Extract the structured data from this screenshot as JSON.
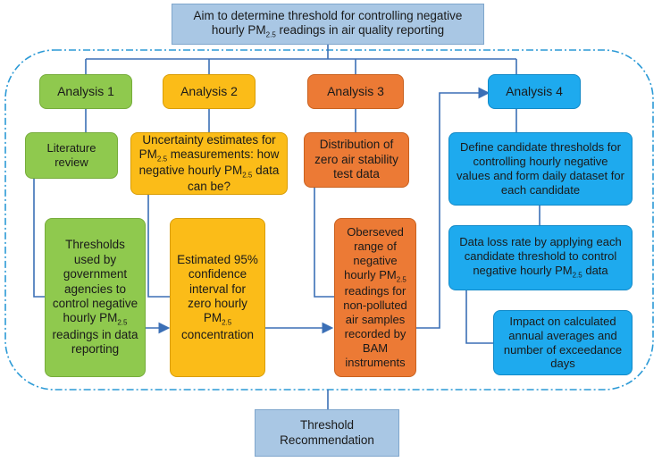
{
  "top": {
    "line1": "Aim to determine threshold for controlling negative",
    "line2_pre": "hourly PM",
    "line2_sub": "2.5",
    "line2_post": " readings in air quality reporting"
  },
  "analysis1": {
    "title": "Analysis 1",
    "step1": "Literature review",
    "step2_pre": "Thresholds used by government agencies to control negative hourly PM",
    "step2_sub": "2.5",
    "step2_post": " readings in data reporting"
  },
  "analysis2": {
    "title": "Analysis 2",
    "step1_a": "Uncertainty estimates for PM",
    "step1_sub1": "2.5",
    "step1_b": " measurements: how negative hourly PM",
    "step1_sub2": "2.5",
    "step1_c": " data can be?",
    "step2_pre": "Estimated 95% confidence interval for zero hourly PM",
    "step2_sub": "2.5",
    "step2_post": " concentration"
  },
  "analysis3": {
    "title": "Analysis 3",
    "step1": "Distribution of zero air stability test data",
    "step2_pre": "Oberseved range of negative hourly PM",
    "step2_sub": "2.5",
    "step2_post": " readings for non-polluted air samples recorded by BAM instruments"
  },
  "analysis4": {
    "title": "Analysis 4",
    "step1": "Define candidate thresholds for controlling hourly negative values  and form daily dataset for each candidate",
    "step2_pre": "Data loss rate by applying each candidate threshold to control negative hourly PM",
    "step2_sub": "2.5",
    "step2_post": " data",
    "step3": "Impact on calculated annual averages and number of exceedance days"
  },
  "bottom": {
    "line1": "Threshold",
    "line2": "Recommendation"
  },
  "colors": {
    "top_box": "#a9c7e4",
    "analysis1": "#8fc94e",
    "analysis2": "#fbbc18",
    "analysis3": "#ec7a35",
    "analysis4": "#1eaaee",
    "connector": "#3b6fb6",
    "dash_border": "#2c9ad6"
  }
}
